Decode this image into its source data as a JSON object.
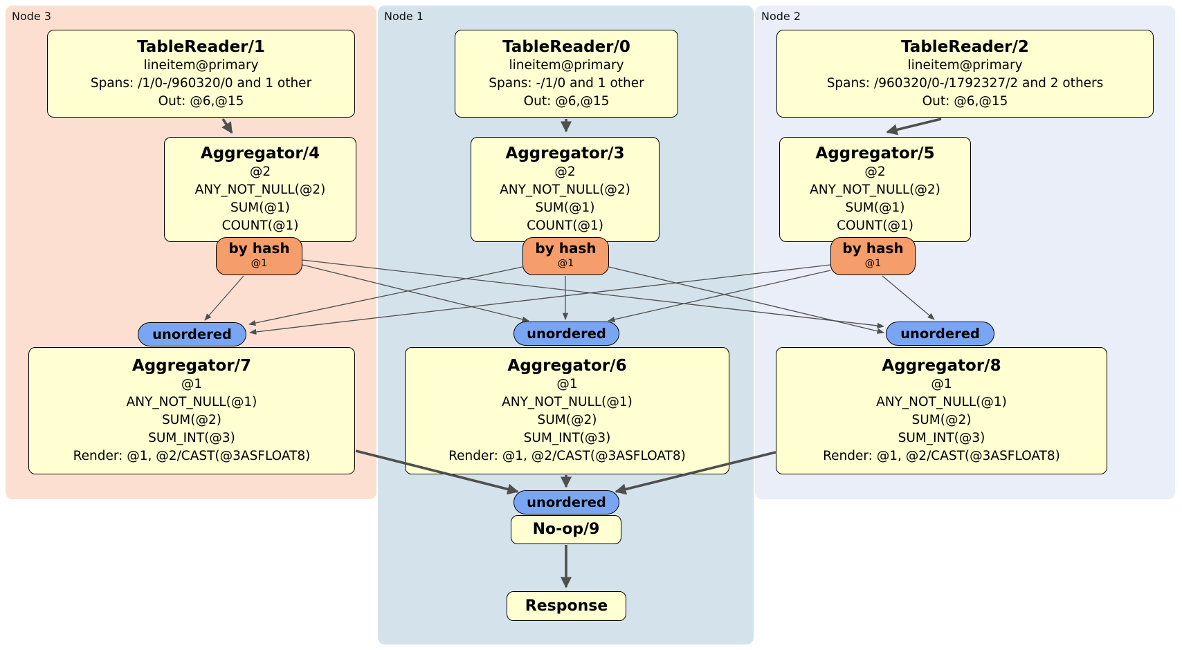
{
  "regions": {
    "node3": {
      "label": "Node 3"
    },
    "node1": {
      "label": "Node 1"
    },
    "node2": {
      "label": "Node 2"
    }
  },
  "boxes": {
    "tr1": {
      "title": "TableReader/1",
      "lines": [
        "lineitem@primary",
        "Spans: /1/0-/960320/0 and 1 other",
        "Out: @6,@15"
      ]
    },
    "tr0": {
      "title": "TableReader/0",
      "lines": [
        "lineitem@primary",
        "Spans: -/1/0 and 1 other",
        "Out: @6,@15"
      ]
    },
    "tr2": {
      "title": "TableReader/2",
      "lines": [
        "lineitem@primary",
        "Spans: /960320/0-/1792327/2 and 2 others",
        "Out: @6,@15"
      ]
    },
    "agg4": {
      "title": "Aggregator/4",
      "lines": [
        "@2",
        "ANY_NOT_NULL(@2)",
        "SUM(@1)",
        "COUNT(@1)"
      ]
    },
    "agg3": {
      "title": "Aggregator/3",
      "lines": [
        "@2",
        "ANY_NOT_NULL(@2)",
        "SUM(@1)",
        "COUNT(@1)"
      ]
    },
    "agg5": {
      "title": "Aggregator/5",
      "lines": [
        "@2",
        "ANY_NOT_NULL(@2)",
        "SUM(@1)",
        "COUNT(@1)"
      ]
    },
    "agg7": {
      "title": "Aggregator/7",
      "lines": [
        "@1",
        "ANY_NOT_NULL(@1)",
        "SUM(@2)",
        "SUM_INT(@3)",
        "Render: @1, @2/CAST(@3ASFLOAT8)"
      ]
    },
    "agg6": {
      "title": "Aggregator/6",
      "lines": [
        "@1",
        "ANY_NOT_NULL(@1)",
        "SUM(@2)",
        "SUM_INT(@3)",
        "Render: @1, @2/CAST(@3ASFLOAT8)"
      ]
    },
    "agg8": {
      "title": "Aggregator/8",
      "lines": [
        "@1",
        "ANY_NOT_NULL(@1)",
        "SUM(@2)",
        "SUM_INT(@3)",
        "Render: @1, @2/CAST(@3ASFLOAT8)"
      ]
    },
    "noop": {
      "title": "No-op/9"
    },
    "resp": {
      "title": "Response"
    }
  },
  "routers": {
    "bh4": {
      "title": "by hash",
      "detail": "@1"
    },
    "bh3": {
      "title": "by hash",
      "detail": "@1"
    },
    "bh5": {
      "title": "by hash",
      "detail": "@1"
    }
  },
  "syncs": {
    "o7": {
      "label": "unordered"
    },
    "o6": {
      "label": "unordered"
    },
    "o8": {
      "label": "unordered"
    },
    "o9": {
      "label": "unordered"
    }
  },
  "colors": {
    "region_node3": "#fcdfd1",
    "region_node1": "#d4e2ec",
    "region_node2": "#e9eef8",
    "box_fill": "#ffffd2",
    "router_fill": "#f59d6b",
    "sync_fill": "#79a6f3",
    "edge": "#4f4f4f"
  }
}
